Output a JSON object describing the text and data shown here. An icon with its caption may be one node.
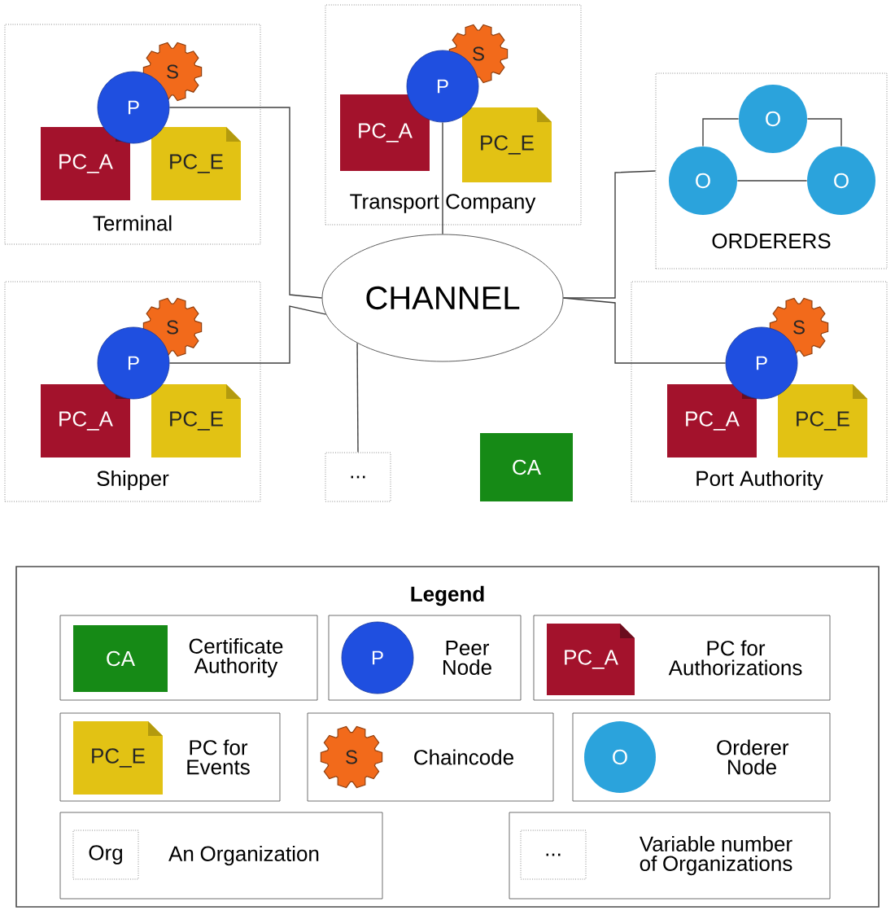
{
  "diagram": {
    "nodes": [
      {
        "text": [
          "Terminal"
        ]
      },
      {
        "text": [
          "P"
        ],
        "in": 0
      },
      {
        "text": [
          "S"
        ],
        "in": 0
      },
      {
        "text": [
          "PC_A"
        ],
        "in": 0
      },
      {
        "text": [
          "PC_E"
        ],
        "in": 0
      },
      {
        "text": [
          "Transport Company"
        ]
      },
      {
        "text": [
          "P"
        ],
        "in": 5
      },
      {
        "text": [
          "S"
        ],
        "in": 5
      },
      {
        "text": [
          "PC_A"
        ],
        "in": 5
      },
      {
        "text": [
          "PC_E"
        ],
        "in": 5
      },
      {
        "text": [
          "ORDERERS"
        ]
      },
      {
        "text": [
          "O"
        ],
        "in": 10
      },
      {
        "text": [
          "O"
        ],
        "in": 10
      },
      {
        "text": [
          "O"
        ],
        "in": 10
      },
      {
        "text": [
          "Shipper"
        ]
      },
      {
        "text": [
          "P"
        ],
        "in": 14
      },
      {
        "text": [
          "S"
        ],
        "in": 14
      },
      {
        "text": [
          "PC_A"
        ],
        "in": 14
      },
      {
        "text": [
          "PC_E"
        ],
        "in": 14
      },
      {
        "text": [
          "CHANNEL"
        ]
      },
      {
        "text": [
          "Port Authority"
        ]
      },
      {
        "text": [
          "P"
        ],
        "in": 20
      },
      {
        "text": [
          "S"
        ],
        "in": 20
      },
      {
        "text": [
          "PC_A"
        ],
        "in": 20
      },
      {
        "text": [
          "PC_E"
        ],
        "in": 20
      },
      {
        "text": [
          "..."
        ]
      },
      {
        "text": [
          "CA"
        ]
      },
      {
        "text": [
          "Legend"
        ]
      },
      {
        "text": [
          "Certificate Authority"
        ],
        "in": 27
      },
      {
        "text": [
          "CA"
        ],
        "in": 28
      },
      {
        "text": [
          "Peer Node"
        ],
        "in": 27
      },
      {
        "text": [
          "P"
        ],
        "in": 30
      },
      {
        "text": [
          "PC for Authorizations"
        ],
        "in": 27
      },
      {
        "text": [
          "PC_A"
        ],
        "in": 32
      },
      {
        "text": [
          "PC for Events"
        ],
        "in": 27
      },
      {
        "text": [
          "PC_E"
        ],
        "in": 34
      },
      {
        "text": [
          "Chaincode"
        ],
        "in": 27
      },
      {
        "text": [
          "S"
        ],
        "in": 36
      },
      {
        "text": [
          "Orderer Node"
        ],
        "in": 27
      },
      {
        "text": [
          "O"
        ],
        "in": 38
      },
      {
        "text": [
          "An Organization"
        ],
        "in": 27
      },
      {
        "text": [
          "Org"
        ],
        "in": 40
      },
      {
        "text": [
          "Variable number of Organizations"
        ],
        "in": 27
      },
      {
        "text": [
          "..."
        ],
        "in": 42
      }
    ],
    "edges": [
      {
        "from": 1,
        "to": 19,
        "arrow": "none"
      },
      {
        "from": 6,
        "to": 19,
        "arrow": "none"
      },
      {
        "from": 10,
        "to": 19,
        "arrow": "none"
      },
      {
        "from": 15,
        "to": 19,
        "arrow": "none"
      },
      {
        "from": 21,
        "to": 19,
        "arrow": "none"
      },
      {
        "from": 25,
        "to": 19,
        "arrow": "none"
      },
      {
        "from": 11,
        "to": 12,
        "arrow": "none"
      },
      {
        "from": 11,
        "to": 13,
        "arrow": "none"
      },
      {
        "from": 12,
        "to": 13,
        "arrow": "none"
      }
    ]
  }
}
